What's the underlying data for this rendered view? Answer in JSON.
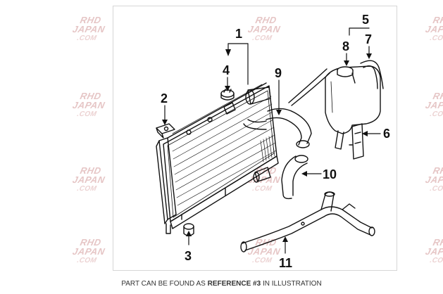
{
  "watermark": {
    "line1": "RHD",
    "line2": "JAPAN",
    "line3": ".COM"
  },
  "callouts": [
    "1",
    "2",
    "3",
    "4",
    "5",
    "6",
    "7",
    "8",
    "9",
    "10",
    "11"
  ],
  "caption": {
    "prefix": "PART CAN BE FOUND AS",
    "reference": "REFERENCE #3",
    "suffix": "IN ILLUSTRATION"
  },
  "colors": {
    "line": "#111111",
    "watermark": "#e6c6c6",
    "frame": "#d6d6d6"
  }
}
